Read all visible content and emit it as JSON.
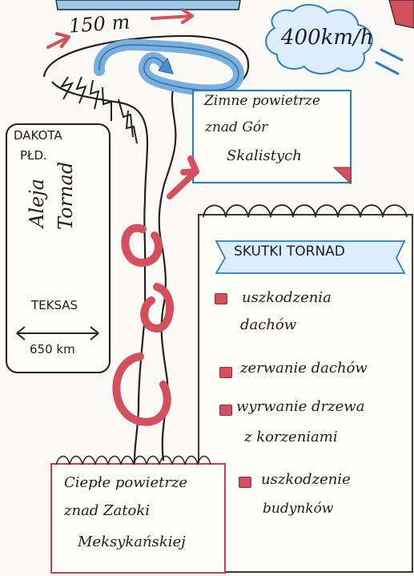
{
  "colors": {
    "ink": "#1d1d1d",
    "warm_red": "#d4505f",
    "cold_blue": "#8fc0e6",
    "paper": "#fbfaf6"
  },
  "labels": {
    "funnel_width": "150 m",
    "wind_speed": "400km/h",
    "cold_air": [
      "Zimne powietrze",
      "znad Gór",
      "Skalistych"
    ],
    "dakota": [
      "DAKOTA",
      "PŁD."
    ],
    "tornado_alley": [
      "Aleja",
      "Tornad"
    ],
    "texas": "TEKSAS",
    "alley_width": "650 km",
    "warm_air": [
      "Ciepłe powietrze",
      "znad Zatoki",
      "Meksykańskiej"
    ]
  },
  "effects": {
    "title": "SKUTKI TORNAD",
    "items": [
      {
        "line1": "uszkodzenia",
        "line2": "dachów"
      },
      {
        "line1": "zerwanie dachów"
      },
      {
        "line1": "wyrwanie drzewa",
        "line2": "z korzeniami"
      },
      {
        "line1": "uszkodzenie",
        "line2": "budynków"
      }
    ]
  },
  "icons": {
    "cold_arrow": "blue-swirl-arrow-icon",
    "warm_arrow": "red-arrow-icon",
    "measure_arrow": "double-arrow-icon"
  }
}
